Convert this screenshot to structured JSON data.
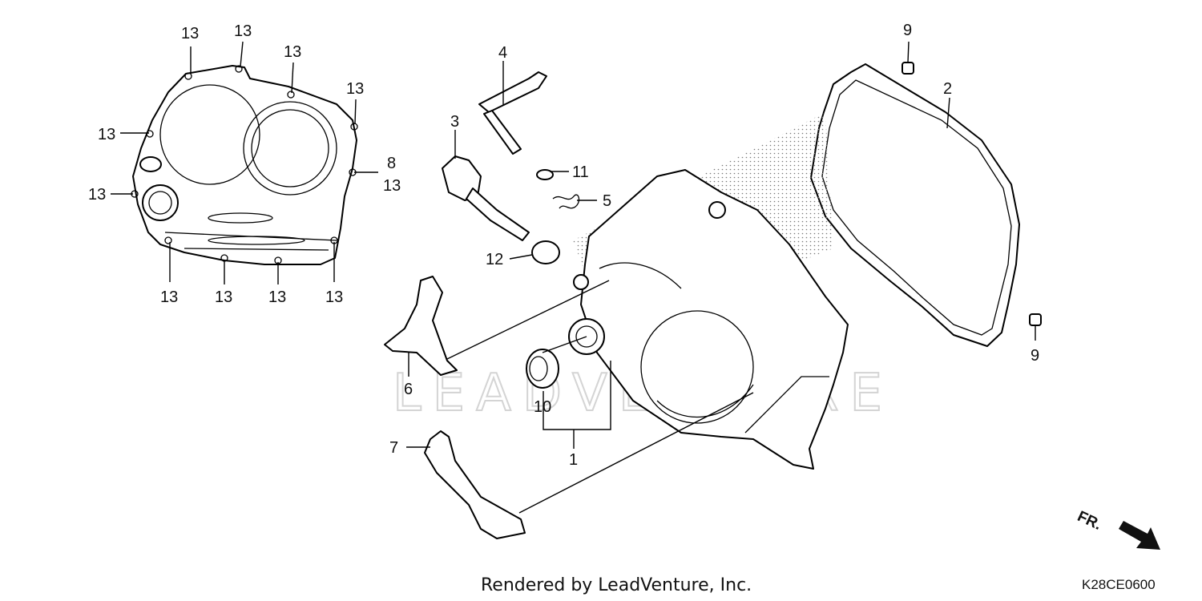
{
  "diagram": {
    "code": "K28CE0600",
    "credit": "Rendered by LeadVenture, Inc.",
    "watermark": "LEADVENTURE",
    "front_indicator": {
      "label": "FR.",
      "icon": "arrow-down-right-icon"
    },
    "callouts": {
      "c1": "1",
      "c2": "2",
      "c3": "3",
      "c4": "4",
      "c5": "5",
      "c6": "6",
      "c7": "7",
      "c8": "8",
      "c9a": "9",
      "c9b": "9",
      "c10": "10",
      "c11": "11",
      "c12": "12",
      "c13_top_left": "13",
      "c13_top_mid": "13",
      "c13_top_right1": "13",
      "c13_top_right2": "13",
      "c13_left_upper": "13",
      "c13_left_lower": "13",
      "c13_right": "13",
      "c13_bottom_1": "13",
      "c13_bottom_2": "13",
      "c13_bottom_3": "13",
      "c13_bottom_4": "13"
    }
  }
}
